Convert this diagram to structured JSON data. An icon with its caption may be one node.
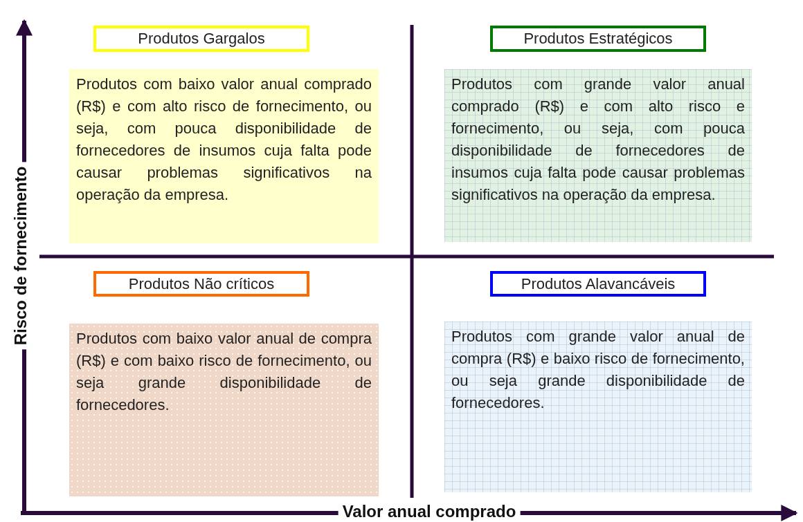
{
  "diagram": {
    "nodes": [
      {
        "text": [
          "Produtos Gargalos"
        ]
      },
      {
        "text": [
          "Produtos Estratégicos"
        ]
      },
      {
        "text": [
          "Produtos com baixo valor anual comprado (R$) e com alto risco de fornecimento, ou seja, com pouca disponibilidade de fornecedores de insumos cuja falta pode causar problemas significativos na operação da empresa."
        ]
      },
      {
        "text": [
          "Produtos com grande valor anual comprado (R$) e com alto risco e fornecimento, ou seja, com pouca disponibilidade de fornecedores de insumos cuja falta pode causar problemas significativos na operação da empresa."
        ]
      },
      {
        "text": [
          "Produtos Não críticos"
        ]
      },
      {
        "text": [
          "Produtos Alavancáveis"
        ]
      },
      {
        "text": [
          "Produtos com baixo valor anual de compra (R$) e com baixo risco de fornecimento, ou seja grande disponibilidade de fornecedores."
        ]
      },
      {
        "text": [
          "Produtos com grande valor anual de compra (R$) e baixo risco de fornecimento, ou seja grande disponibilidade de fornecedores."
        ]
      }
    ],
    "edges": [],
    "labels": [
      "Risco de fornecimento",
      "Valor anual comprado"
    ]
  }
}
